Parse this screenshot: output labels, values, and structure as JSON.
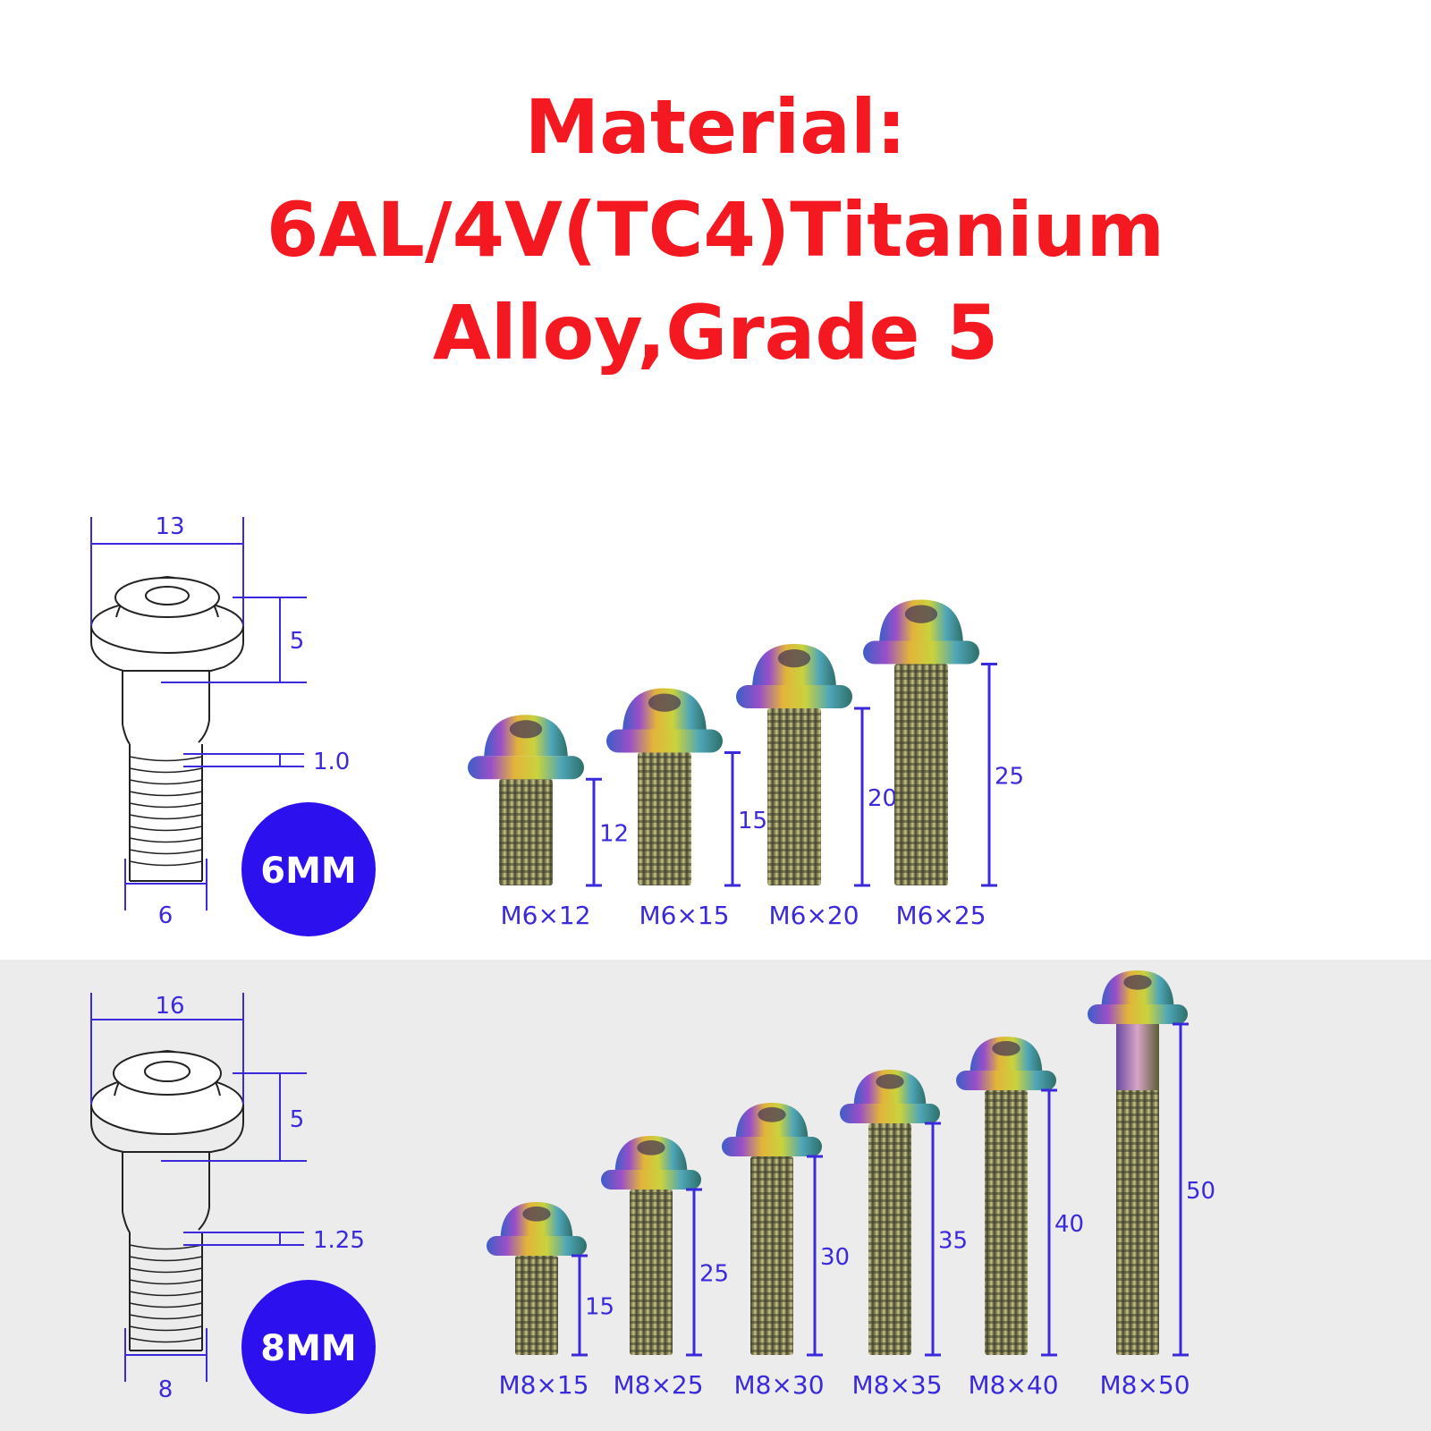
{
  "title": {
    "line1": "Material:",
    "line2": "6AL/4V(TC4)Titanium",
    "line3": "Alloy,Grade 5"
  },
  "colors": {
    "title_red": "#f41820",
    "dim_blue": "#3a2adb",
    "badge_blue": "#2d10ee",
    "lower_bg": "#ececec",
    "outline": "#222222"
  },
  "m6": {
    "badge": "6MM",
    "head_width": "13",
    "head_height": "5",
    "pitch": "1.0",
    "shank_diameter": "6",
    "bolts": [
      {
        "label": "M6×12",
        "length": 12,
        "length_label": "12"
      },
      {
        "label": "M6×15",
        "length": 15,
        "length_label": "15"
      },
      {
        "label": "M6×20",
        "length": 20,
        "length_label": "20"
      },
      {
        "label": "M6×25",
        "length": 25,
        "length_label": "25"
      }
    ]
  },
  "m8": {
    "badge": "8MM",
    "head_width": "16",
    "head_height": "5",
    "pitch": "1.25",
    "shank_diameter": "8",
    "bolts": [
      {
        "label": "M8×15",
        "length": 15,
        "length_label": "15"
      },
      {
        "label": "M8×25",
        "length": 25,
        "length_label": "25"
      },
      {
        "label": "M8×30",
        "length": 30,
        "length_label": "30"
      },
      {
        "label": "M8×35",
        "length": 35,
        "length_label": "35"
      },
      {
        "label": "M8×40",
        "length": 40,
        "length_label": "40"
      },
      {
        "label": "M8×50",
        "length": 50,
        "length_label": "50"
      }
    ]
  }
}
